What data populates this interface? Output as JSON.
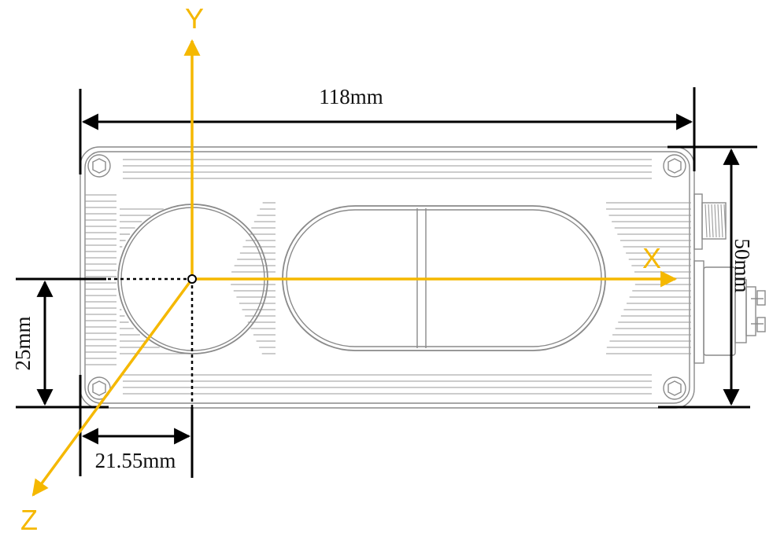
{
  "dimensions": {
    "width": "118mm",
    "height": "50mm",
    "origin_height": "25mm",
    "origin_offset": "21.55mm"
  },
  "axes": {
    "x": "X",
    "y": "Y",
    "z": "Z",
    "color": "#F5B800"
  },
  "colors": {
    "outline": "#8a8a8a",
    "dimension": "#000000"
  }
}
